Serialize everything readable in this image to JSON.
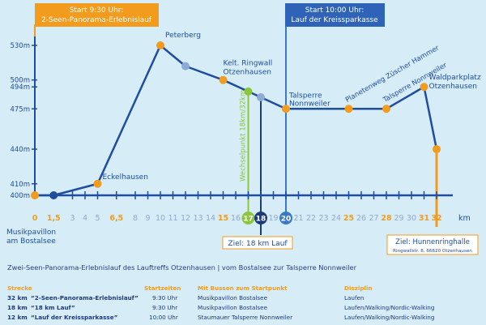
{
  "chart_data": {
    "type": "line",
    "x_unit": "km",
    "x_tick_labels": [
      "0",
      "1,5",
      "3",
      "4",
      "5",
      "6,5",
      "8",
      "9",
      "10",
      "11",
      "12",
      "13",
      "14",
      "15",
      "16",
      "17",
      "18",
      "19",
      "20",
      "21",
      "22",
      "23",
      "24",
      "25",
      "26",
      "27",
      "28",
      "29",
      "30",
      "31",
      "32"
    ],
    "x_ticks": [
      0,
      1.5,
      3,
      4,
      5,
      6.5,
      8,
      9,
      10,
      11,
      12,
      13,
      14,
      15,
      16,
      17,
      18,
      19,
      20,
      21,
      22,
      23,
      24,
      25,
      26,
      27,
      28,
      29,
      30,
      31,
      32
    ],
    "highlight_ticks": [
      "0",
      "1,5",
      "6,5",
      "15",
      "25",
      "28",
      "31",
      "32"
    ],
    "y_tick_labels": [
      "530m",
      "500m",
      "494m",
      "475m",
      "440m",
      "410m",
      "400m"
    ],
    "y_ticks": [
      530,
      500,
      494,
      475,
      440,
      410,
      400
    ],
    "ylim": [
      400,
      535
    ],
    "xlim": [
      0,
      32
    ],
    "series": [
      {
        "values": [
          {
            "x": 0,
            "y": 400
          },
          {
            "x": 1.5,
            "y": 400
          },
          {
            "x": 5,
            "y": 410
          },
          {
            "x": 10,
            "y": 530
          },
          {
            "x": 12,
            "y": 512
          },
          {
            "x": 15,
            "y": 500
          },
          {
            "x": 17,
            "y": 490
          },
          {
            "x": 18,
            "y": 485
          },
          {
            "x": 20,
            "y": 475
          },
          {
            "x": 25,
            "y": 475
          },
          {
            "x": 28,
            "y": 475
          },
          {
            "x": 31,
            "y": 494
          },
          {
            "x": 32,
            "y": 440
          }
        ]
      }
    ],
    "points": [
      {
        "x": 0,
        "y": 400,
        "color": "orange"
      },
      {
        "x": 1.5,
        "y": 400,
        "color": "blue"
      },
      {
        "x": 5,
        "y": 410,
        "color": "orange",
        "label": "Eckelhausen"
      },
      {
        "x": 10,
        "y": 530,
        "color": "orange",
        "label": "Peterberg"
      },
      {
        "x": 12,
        "y": 512,
        "color": "lightblue"
      },
      {
        "x": 15,
        "y": 500,
        "color": "orange",
        "label": "Kelt. Ringwall Otzenhausen"
      },
      {
        "x": 17,
        "y": 490,
        "color": "green"
      },
      {
        "x": 18,
        "y": 485,
        "color": "lightblue"
      },
      {
        "x": 20,
        "y": 475,
        "color": "orange",
        "label": "Talsperre Nonnweiler"
      },
      {
        "x": 25,
        "y": 475,
        "color": "orange",
        "label": "Planetenweg Züscher Hammer"
      },
      {
        "x": 28,
        "y": 475,
        "color": "orange",
        "label": "Talsperre Nonnweiler"
      },
      {
        "x": 31,
        "y": 494,
        "color": "orange",
        "label": "Waldparkplatz Otzenhausen"
      },
      {
        "x": 32,
        "y": 440,
        "color": "orange"
      }
    ],
    "annotations": {
      "start_main": [
        "Start 9:30 Uhr:",
        "2-Seen-Panorama-Erlebnislauf"
      ],
      "start_10": [
        "Start 10:00 Uhr:",
        "Lauf der Kreissparkasse"
      ],
      "wechsel": "Wechselpunkt 18km/32km",
      "start_place": [
        "Musikpavillon",
        "am Bostalsee"
      ],
      "ziel18": "Ziel: 18 km Lauf",
      "ziel_main": "Ziel: Hunnenringhalle",
      "ziel_addr": "Ringwallstr. 8, 66620 Otzenhausen",
      "badge17": "17",
      "badge18": "18",
      "badge20": "20"
    },
    "colors": {
      "line": "#1f4da0",
      "orange": "#f39b1c",
      "green": "#8cc63e",
      "lightblue": "#8fa9d6",
      "background": "#d6ecf6",
      "text": "#1f4da0"
    }
  },
  "caption": "Zwei-Seen-Panorama-Erlebnislauf des Lauftreffs Otzenhausen | vom Bostalsee zur Talsperre Nonnweiler",
  "table": {
    "headers": [
      "Strecke",
      "Startzeiten",
      "Mit Bussen zum Startpunkt",
      "Disziplin"
    ],
    "rows": [
      {
        "dist": "32 km",
        "name": "“2-Seen-Panorama-Erlebnislauf”",
        "time": "9:30 Uhr",
        "bus": "Musikpavillon Bostalsee",
        "disc": "Laufen"
      },
      {
        "dist": "18 km",
        "name": "“18 km Lauf”",
        "time": "9:30 Uhr",
        "bus": "Musikpavillon Bostalsee",
        "disc": "Laufen/Walking/Nordic-Walking"
      },
      {
        "dist": "12 km",
        "name": "“Lauf der Kreissparkasse”",
        "time": "10:00 Uhr",
        "bus": "Staumauer Talsperre Nonnweiler",
        "disc": "Laufen/Walking/Nordic-Walking"
      }
    ]
  }
}
